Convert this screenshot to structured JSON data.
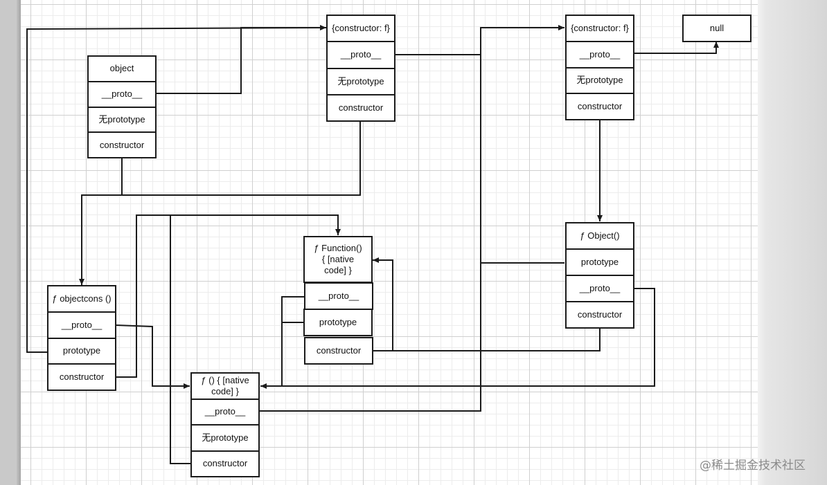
{
  "watermark": "@稀土掘金技术社区",
  "nodes": {
    "object": {
      "title": "object",
      "proto": "__proto__",
      "prototype": "无prototype",
      "constructor": "constructor"
    },
    "ctor_f1": {
      "title": "{constructor: f}",
      "proto": "__proto__",
      "prototype": "无prototype",
      "constructor": "constructor"
    },
    "ctor_f2": {
      "title": "{constructor: f}",
      "proto": "__proto__",
      "prototype": "无prototype",
      "constructor": "constructor"
    },
    "null_box": {
      "title": "null"
    },
    "objectcons": {
      "title": "ƒ objectcons ()",
      "proto": "__proto__",
      "prototype": "prototype",
      "constructor": "constructor"
    },
    "function_fn": {
      "title": "ƒ Function() { [native code] }",
      "proto": "__proto__",
      "prototype": "prototype",
      "constructor": "constructor"
    },
    "object_fn": {
      "title": "ƒ Object()",
      "prototype": "prototype",
      "proto": "__proto__",
      "constructor": "constructor"
    },
    "anon_fn": {
      "title": "ƒ () { [native code] }",
      "proto": "__proto__",
      "prototype": "无prototype",
      "constructor": "constructor"
    }
  }
}
